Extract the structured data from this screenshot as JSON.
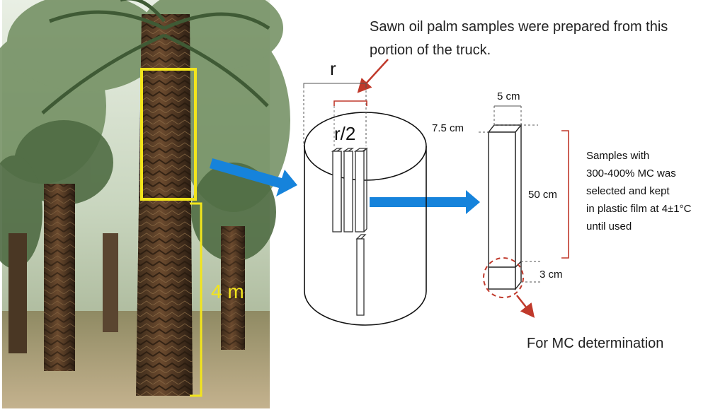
{
  "photo": {
    "height_label": "4 m"
  },
  "caption": {
    "line1": "Sawn oil palm samples were prepared from this",
    "line2": "portion of the truck."
  },
  "cylinder": {
    "radius_label": "r",
    "half_radius_label": "r/2"
  },
  "sample": {
    "width_label": "5 cm",
    "thickness_label": "7.5 cm",
    "length_label": "50 cm",
    "mc_piece_label": "3 cm"
  },
  "note": {
    "lines": [
      "Samples with",
      "300-400% MC was",
      "selected and kept",
      "in plastic film at 4±1°C",
      "until used"
    ]
  },
  "mc_label": "For MC determination",
  "colors": {
    "highlight_yellow": "#f2e51c",
    "arrow_blue": "#1683db",
    "annotation_red": "#c0392b"
  }
}
